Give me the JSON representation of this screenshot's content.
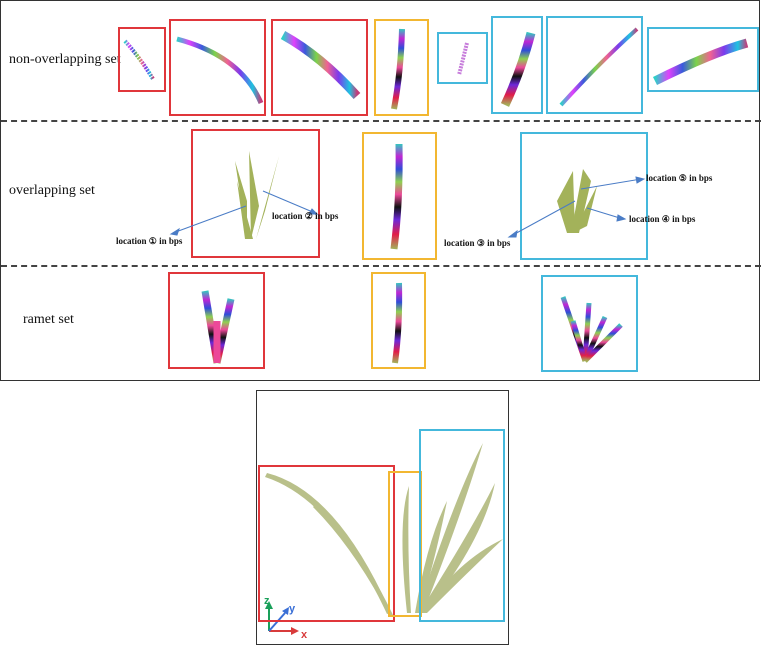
{
  "rows": {
    "non_overlapping": "non-overlapping set",
    "overlapping": "overlapping set",
    "ramet": "ramet set"
  },
  "locations": {
    "loc1": "location ① in bps",
    "loc2": "location ② in bps",
    "loc3": "location ③ in bps",
    "loc4": "location ④ in bps",
    "loc5": "location ⑤ in bps"
  },
  "axes": {
    "x": "x",
    "y": "y",
    "z": "z"
  },
  "colors": {
    "red_box": "#e0363b",
    "yellow_box": "#f2b731",
    "cyan_box": "#44b8dc",
    "leaf_green": "#a3b25a",
    "arrow_blue": "#4a7cc6"
  }
}
